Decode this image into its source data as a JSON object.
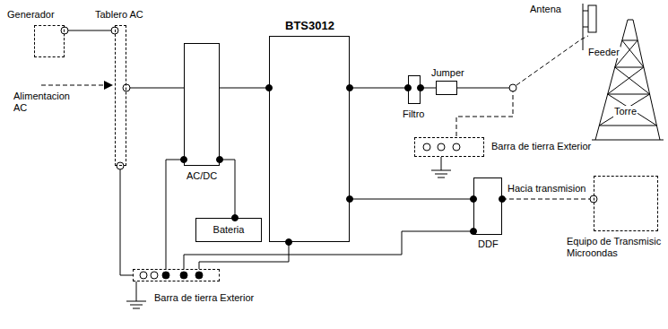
{
  "diagram": {
    "nodes": [
      {
        "text": [
          "Generador"
        ]
      },
      {
        "text": [
          "Tablero AC"
        ]
      },
      {
        "text": [
          "AC/DC"
        ]
      },
      {
        "text": [
          "Bateria"
        ]
      },
      {
        "text": [
          "BTS3012"
        ]
      },
      {
        "text": [
          "Filtro"
        ]
      },
      {
        "text": [
          "Jumper"
        ]
      },
      {
        "text": [
          "Barra de tierra Exterior"
        ]
      },
      {
        "text": [
          "DDF"
        ]
      },
      {
        "text": [
          "Equipo de Transmisic Microondas"
        ]
      },
      {
        "text": [
          "Barra de tierra Exterior"
        ]
      }
    ],
    "edges": [
      {
        "from": 0,
        "to": 1,
        "arrow": "none"
      },
      {
        "from": 1,
        "to": 2,
        "arrow": "none"
      },
      {
        "from": 2,
        "to": 4,
        "arrow": "none"
      },
      {
        "from": 2,
        "to": 3,
        "arrow": "none"
      },
      {
        "from": 4,
        "to": 5,
        "arrow": "none"
      },
      {
        "from": 5,
        "to": 6,
        "arrow": "none"
      },
      {
        "from": 6,
        "to": 7,
        "arrow": "none"
      },
      {
        "from": 4,
        "to": 8,
        "arrow": "none"
      },
      {
        "from": 8,
        "to": 9,
        "label": "Hacia transmision",
        "arrow": "none"
      },
      {
        "from": 1,
        "to": 10,
        "arrow": "none"
      },
      {
        "from": 2,
        "to": 10,
        "arrow": "none"
      },
      {
        "from": 4,
        "to": 10,
        "arrow": "none"
      },
      {
        "from": 8,
        "to": 10,
        "arrow": "none"
      }
    ],
    "labels": [
      "Alimentacion AC",
      "Antena",
      "Feeder",
      "Torre"
    ]
  }
}
